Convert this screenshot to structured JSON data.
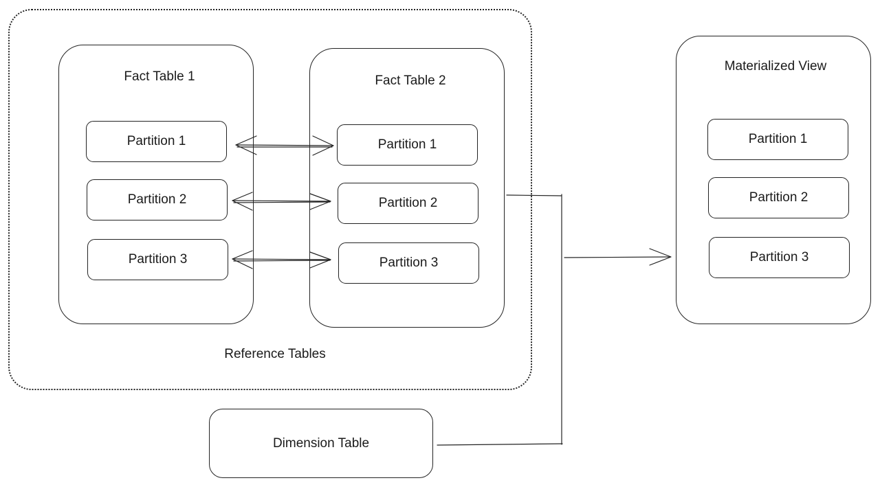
{
  "reference_group": {
    "label": "Reference Tables"
  },
  "fact_table_1": {
    "title": "Fact Table 1",
    "partitions": [
      "Partition 1",
      "Partition 2",
      "Partition 3"
    ]
  },
  "fact_table_2": {
    "title": "Fact Table 2",
    "partitions": [
      "Partition 1",
      "Partition 2",
      "Partition 3"
    ]
  },
  "materialized_view": {
    "title": "Materialized View",
    "partitions": [
      "Partition 1",
      "Partition 2",
      "Partition 3"
    ]
  },
  "dimension_table": {
    "label": "Dimension Table"
  },
  "colors": {
    "stroke": "#222222",
    "background": "#ffffff"
  }
}
